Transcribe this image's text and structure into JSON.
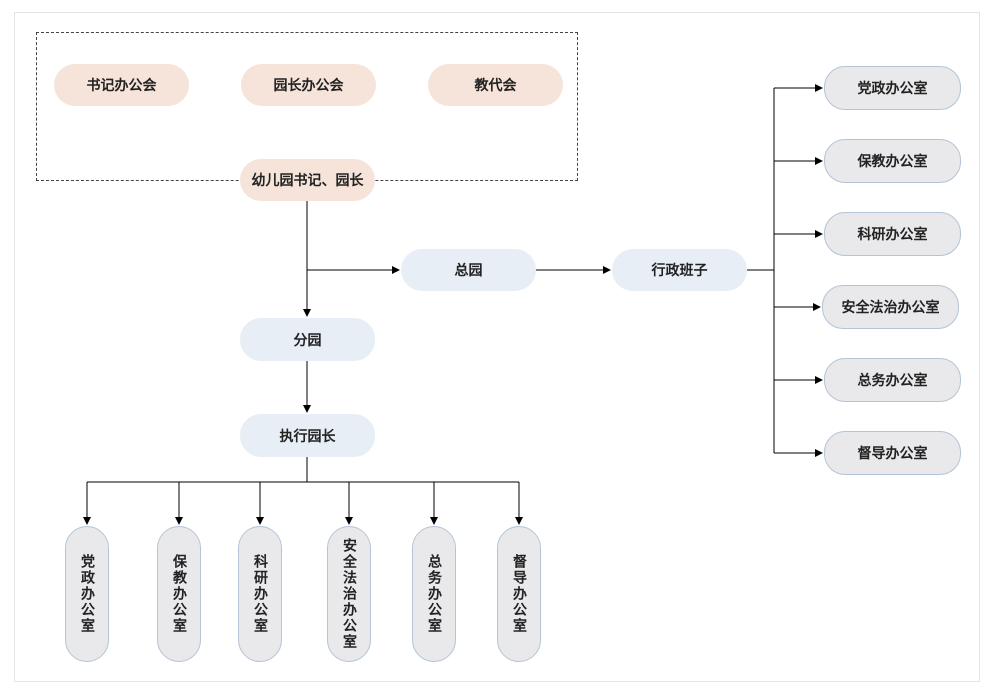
{
  "top_group": {
    "party_meeting": "书记办公会",
    "principal_meeting": "园长办公会",
    "staff_congress": "教代会"
  },
  "leader": "幼儿园书记、园长",
  "main_campus": "总园",
  "admin_team": "行政班子",
  "branch_campus": "分园",
  "exec_principal": "执行园长",
  "right_offices": [
    "党政办公室",
    "保教办公室",
    "科研办公室",
    "安全法治办公室",
    "总务办公室",
    "督导办公室"
  ],
  "bottom_offices": [
    "党政办公室",
    "保教办公室",
    "科研办公室",
    "安全法治办公室",
    "总务办公室",
    "督导办公室"
  ],
  "colors": {
    "peach": "#f6e4da",
    "blue": "#e7eef5",
    "gray": "#e9e9eb",
    "gray_border": "#b3c4d6",
    "line": "#000000"
  }
}
